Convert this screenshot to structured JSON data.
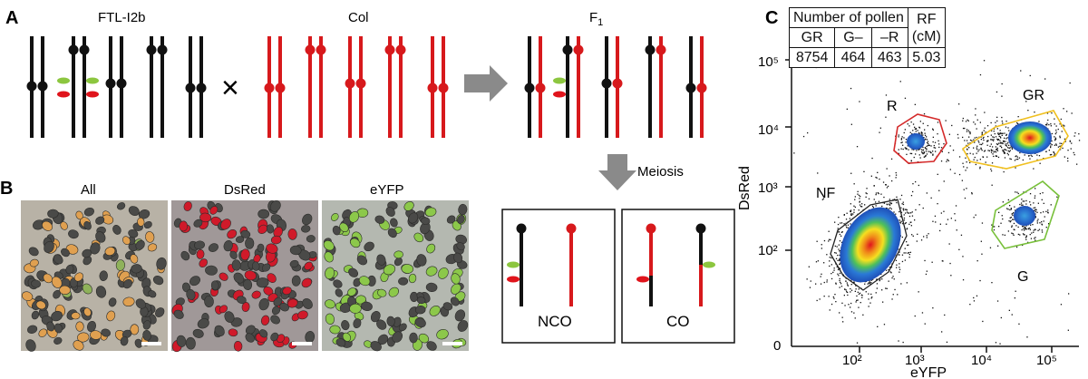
{
  "panels": {
    "a": "A",
    "b": "B",
    "c": "C"
  },
  "panel_a": {
    "parent1": "FTL-I2b",
    "parent2": "Col",
    "cross": "×",
    "f1_letter": "F",
    "f1_sub": "1",
    "meiosis": "Meiosis",
    "nco": "NCO",
    "co": "CO"
  },
  "panel_b": {
    "all": "All",
    "dsred": "DsRed",
    "eyfp": "eYFP"
  },
  "colors": {
    "parent_black": "#111111",
    "col_red": "#d7191c",
    "eyfp_green": "#8cc63f",
    "dsred_red": "#e0141c",
    "arrow_gray": "#8a8a8a",
    "gate_r": "#d42a2a",
    "gate_gr": "#f0c020",
    "gate_g": "#78c03a",
    "gate_nf": "#222222"
  },
  "table": {
    "header": "Number of pollen",
    "rf_header1": "RF",
    "rf_header2": "(cM)",
    "cols": [
      "GR",
      "G–",
      "–R"
    ],
    "values": [
      "8754",
      "464",
      "463"
    ],
    "rf": "5.03"
  },
  "chart_data": {
    "type": "scatter",
    "title": "",
    "xlabel": "eYFP",
    "ylabel": "DsRed",
    "x_scale": "log",
    "y_scale": "log",
    "x_ticks": [
      "10²",
      "10³",
      "10⁴",
      "10⁵"
    ],
    "y_ticks": [
      "0",
      "10²",
      "10³",
      "10⁴",
      "10⁵"
    ],
    "gates": [
      {
        "name": "NF",
        "center": [
          150,
          170
        ]
      },
      {
        "name": "R",
        "center": [
          800,
          7000
        ]
      },
      {
        "name": "GR",
        "center": [
          55000,
          7000
        ]
      },
      {
        "name": "G",
        "center": [
          50000,
          200
        ]
      }
    ],
    "gate_counts": {
      "GR": 8754,
      "G–": 464,
      "–R": 463
    }
  }
}
